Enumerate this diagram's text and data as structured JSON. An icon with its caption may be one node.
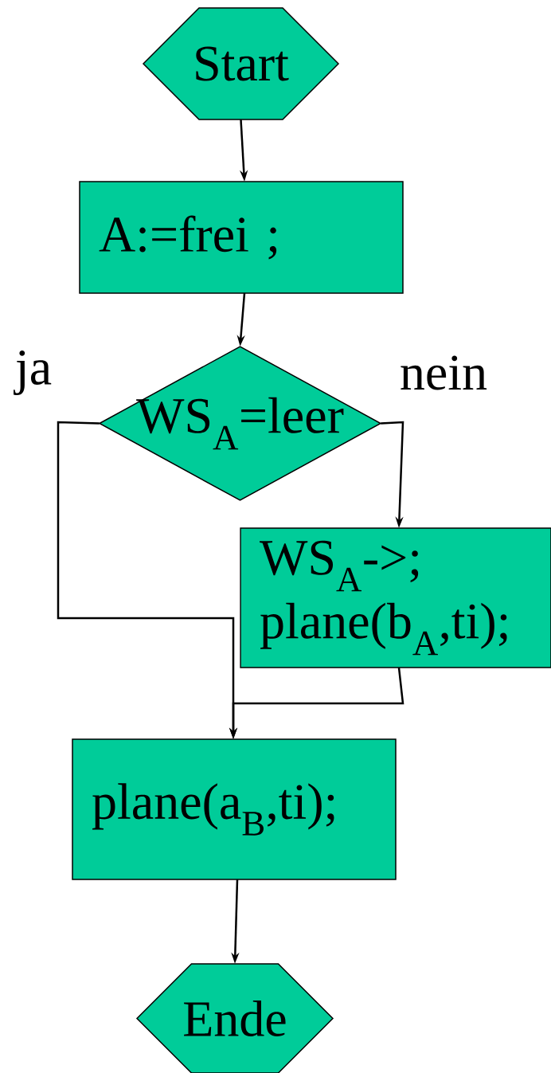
{
  "diagram": {
    "nodes": [
      {
        "text": [
          "Start"
        ]
      },
      {
        "text": [
          "A:=frei ;"
        ]
      },
      {
        "text": [
          "WS$_{A}$=leer"
        ]
      },
      {
        "text": [
          "WS$_{A}$->; plane(b$_{A}$,ti);"
        ]
      },
      {
        "text": [
          "plane(a$_{B}$,ti);"
        ]
      },
      {
        "text": [
          "Ende"
        ]
      }
    ],
    "edges": [
      {
        "from": 0,
        "to": 1,
        "arrow": "to"
      },
      {
        "from": 1,
        "to": 2,
        "arrow": "to"
      },
      {
        "from": 2,
        "to": 3,
        "arrow": "to",
        "label": "nein"
      },
      {
        "from": 2,
        "to": 4,
        "arrow": "to",
        "label": "ja"
      },
      {
        "from": 3,
        "to": 4,
        "arrow": "to"
      },
      {
        "from": 4,
        "to": 5,
        "arrow": "to"
      }
    ]
  }
}
